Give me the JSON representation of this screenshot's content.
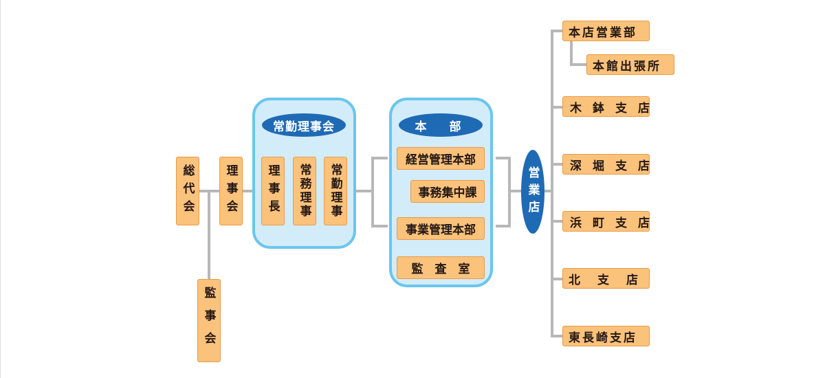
{
  "nodes": {
    "general_assembly": "総代会",
    "board": "理事会",
    "auditors": "監事会",
    "president": "理事長",
    "managing_director": "常務理事",
    "fulltime_director": "常勤理事",
    "fulltime_board": "常勤理事会",
    "headquarters": "本　部",
    "management_hq": "経営管理本部",
    "admin_center": "事務集中課",
    "business_hq": "事業管理本部",
    "audit_office": "監　査　室",
    "sales_stores": "営業店",
    "main_office": "本店営業部",
    "annex_office": "本館出張所",
    "kibachi": "木鉢支店",
    "fukahori": "深堀支店",
    "hamamachi": "浜町支店",
    "kita": "北　支　店",
    "higashi_nagasaki": "東長崎支店"
  },
  "colors": {
    "box_fill": "#fbc27b",
    "box_border": "#e69a47",
    "panel_fill": "#d3ecf9",
    "panel_border": "#6ac6ec",
    "ellipse_fill": "#1f6ab5",
    "connector": "#b7b7b7"
  }
}
